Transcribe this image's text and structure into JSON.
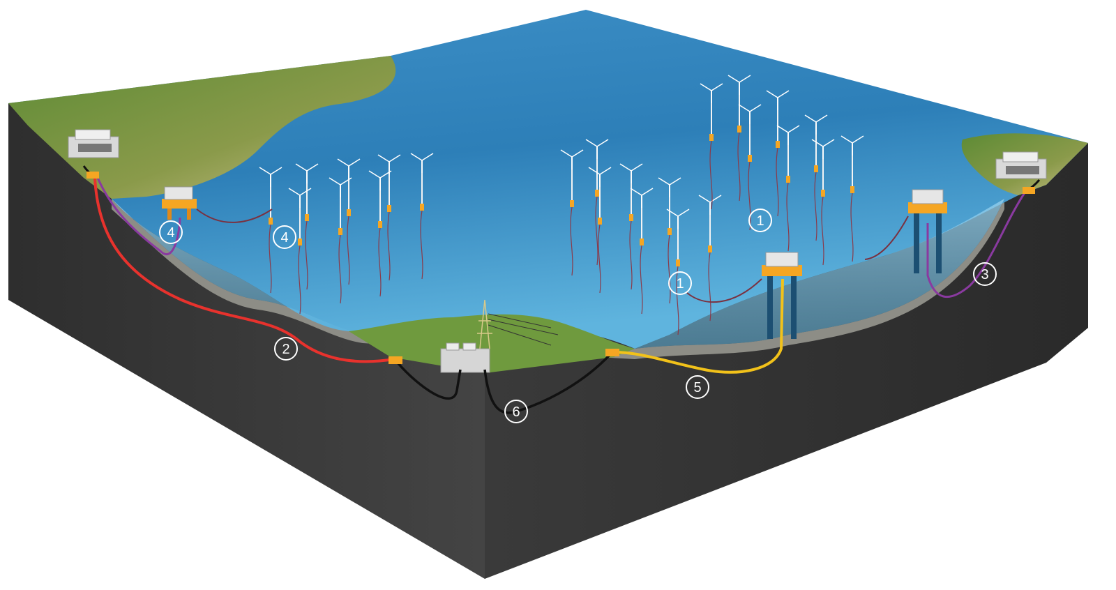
{
  "diagram": {
    "colors": {
      "sea_light": "#5fb4de",
      "sea_dark": "#1f6fa6",
      "land_green": "#6a8f3c",
      "seabed": "#9a9a92",
      "block_left": "#3b3b3b",
      "block_right": "#2f2f2f",
      "cable_red": "#e8322d",
      "cable_purple": "#8a3aa0",
      "cable_yellow": "#f2c21a",
      "cable_black": "#111111",
      "platform_orange": "#f5a623"
    },
    "markers": [
      {
        "id": "m1a",
        "label": "1"
      },
      {
        "id": "m1b",
        "label": "1"
      },
      {
        "id": "m2",
        "label": "2"
      },
      {
        "id": "m3",
        "label": "3"
      },
      {
        "id": "m4a",
        "label": "4"
      },
      {
        "id": "m4b",
        "label": "4"
      },
      {
        "id": "m5",
        "label": "5"
      },
      {
        "id": "m6",
        "label": "6"
      }
    ]
  }
}
